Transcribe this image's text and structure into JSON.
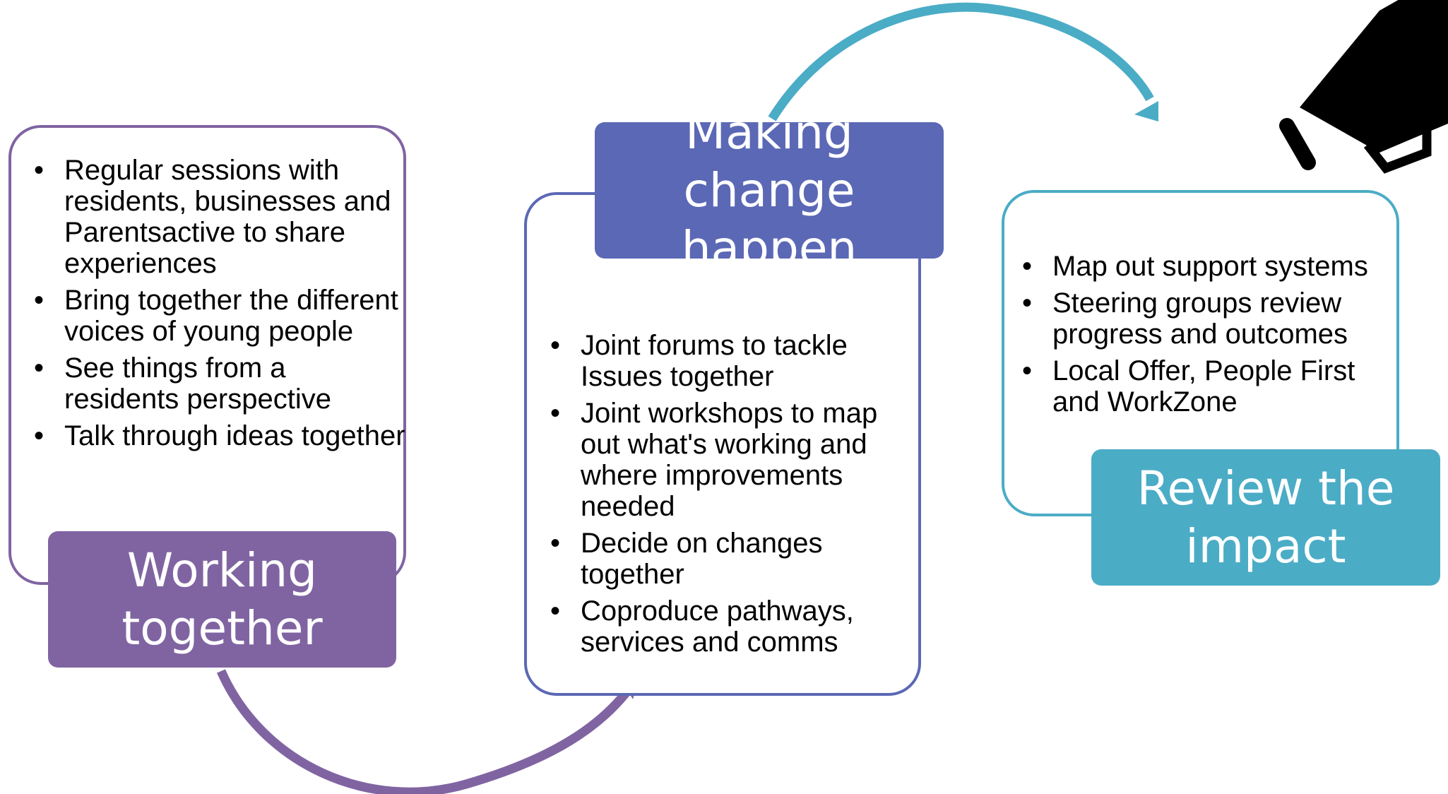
{
  "colors": {
    "working_together": "#8064a2",
    "making_change": "#5b68b5",
    "review_impact": "#4bacc6",
    "megaphone": "#000000"
  },
  "icons": {
    "corner": "megaphone-icon"
  },
  "stages": [
    {
      "title": "Working together",
      "bullets": [
        "Regular sessions with residents, businesses and Parentsactive to share experiences",
        "Bring together the different voices of young people",
        "See things from a residents perspective",
        "Talk through ideas together"
      ]
    },
    {
      "title": "Making change happen",
      "bullets": [
        "Joint forums to tackle Issues together",
        "Joint workshops to map out what's working and where improvements needed",
        "Decide on changes together",
        "Coproduce pathways, services and comms"
      ]
    },
    {
      "title": "Review the impact",
      "bullets": [
        "Map out support systems",
        "Steering groups review progress and outcomes",
        "Local Offer, People First and WorkZone"
      ]
    }
  ]
}
